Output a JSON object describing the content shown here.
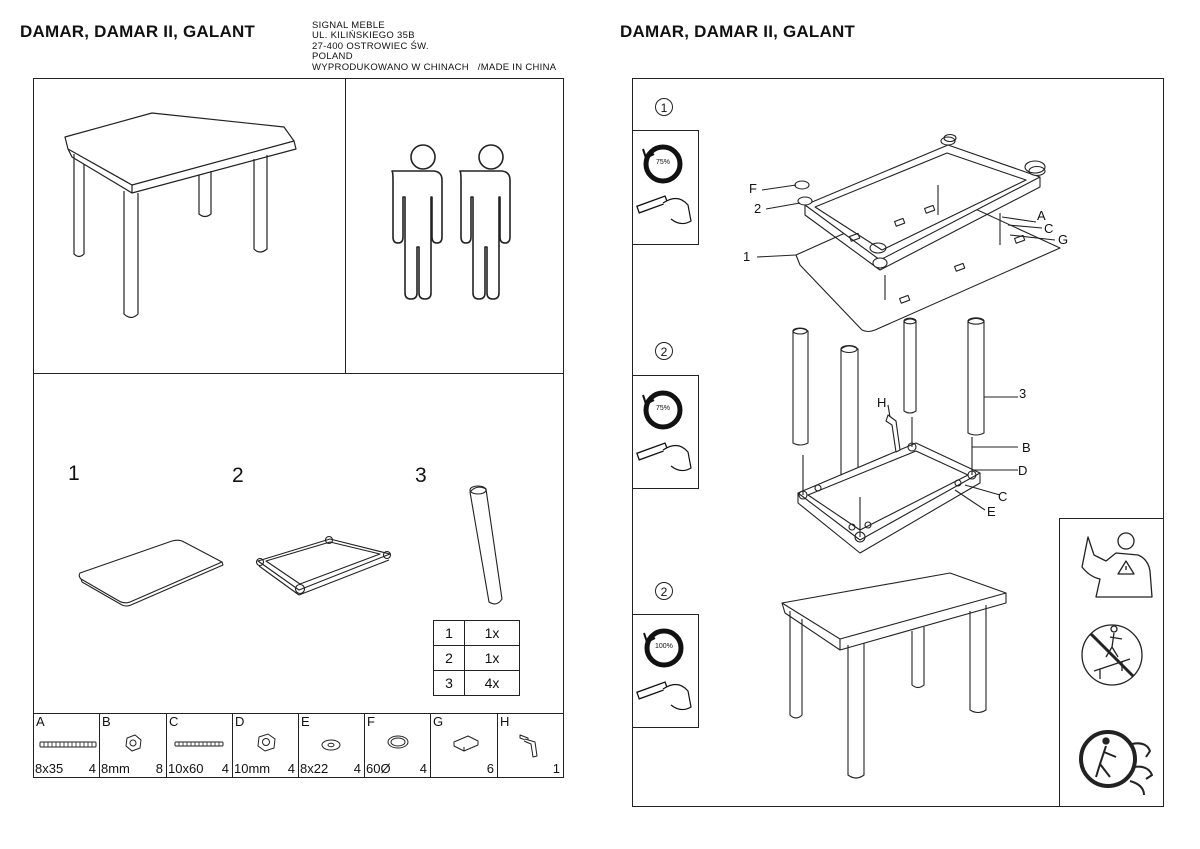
{
  "left_title": "DAMAR, DAMAR II, GALANT",
  "right_title": "DAMAR, DAMAR II, GALANT",
  "address": [
    "SIGNAL MEBLE",
    "UL.  KILIŃSKIEGO 35B",
    "27-400 OSTROWIEC ŚW.",
    "POLAND"
  ],
  "made_in": "WYPRODUKOWANO W CHINACH   /MADE IN CHINA",
  "component_numbers": [
    "1",
    "2",
    "3"
  ],
  "counts": [
    {
      "n": "1",
      "q": "1x"
    },
    {
      "n": "2",
      "q": "1x"
    },
    {
      "n": "3",
      "q": "4x"
    }
  ],
  "hardware": [
    {
      "letter": "A",
      "size": "8x35",
      "qty": "4",
      "icon": "long-bolt-icon"
    },
    {
      "letter": "B",
      "size": "8mm",
      "qty": "8",
      "icon": "hex-nut-icon"
    },
    {
      "letter": "C",
      "size": "10x60",
      "qty": "4",
      "icon": "threaded-rod-icon"
    },
    {
      "letter": "D",
      "size": "10mm",
      "qty": "4",
      "icon": "hex-nut-icon"
    },
    {
      "letter": "E",
      "size": "8x22",
      "qty": "4",
      "icon": "washer-icon"
    },
    {
      "letter": "F",
      "size": "60Ø",
      "qty": "4",
      "icon": "felt-pad-icon"
    },
    {
      "letter": "G",
      "size": "",
      "qty": "6",
      "icon": "clip-icon"
    },
    {
      "letter": "H",
      "size": "",
      "qty": "1",
      "icon": "allen-key-icon"
    }
  ],
  "steps": [
    {
      "number": "1",
      "tighten": "75%"
    },
    {
      "number": "2",
      "tighten": "75%"
    },
    {
      "number": "2",
      "tighten": "100%"
    }
  ],
  "callouts": {
    "step1": [
      "F",
      "2",
      "1",
      "A",
      "C",
      "G"
    ],
    "step2": [
      "H",
      "3",
      "B",
      "D",
      "C",
      "E"
    ]
  }
}
